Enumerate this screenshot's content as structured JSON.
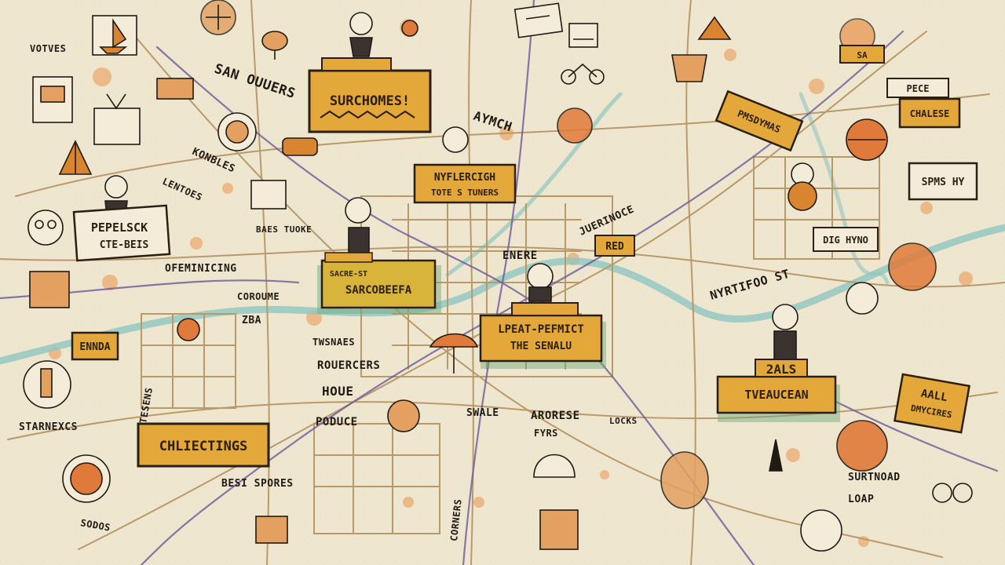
{
  "colors": {
    "paper": "#efe6d0",
    "road": "#b89a6a",
    "road_major": "#6b5a9a",
    "river": "#8fc7c0",
    "tag_fill": "#e3a73a",
    "tag_stroke": "#2a1f12",
    "green_halo": "#6aa87a",
    "blot": "#e07a3a",
    "ink": "#1f1a14"
  },
  "signs": {
    "main": "SURCHOMES!",
    "pepelsck": "PEPELSCK",
    "pepelsck_sub": "CTE-BEIS",
    "nyflercigh": "NYFLERCIGH",
    "nyflercigh_sub": "TOTE S TUNERS",
    "sarcobeefa_top": "SACRE-ST",
    "sarcobeefa": "SARCOBEEFA",
    "lpeart": "LPEAT-PEFMICT",
    "lpeart_sub": "THE SENALU",
    "tveaucean_top": "2ALS",
    "tveaucean": "TVEAUCEAN",
    "chlectings": "CHLIECTINGS",
    "ennda": "ENNDA",
    "aall": "AALL",
    "aall_sub": "DMYCIRES",
    "chalese": "CHALESE",
    "spms": "SPMS HY",
    "pmsdymas": "PMSDYMAS",
    "red": "RED",
    "dlg": "DIG HYNO",
    "pece": "PECE",
    "small_top": "SA"
  },
  "labels": {
    "votves": "VOTVES",
    "san": "SAN OUUERS",
    "aymch": "AYMCH",
    "konbles": "KONBLES",
    "lentoes": "LENTOES",
    "baes": "BAES TUOKE",
    "ofeminicing": "OFEMINICING",
    "coroume": "COROUME",
    "zba": "ZBA",
    "starnexcs": "STARNEXCS",
    "twsnaes": "TWSNAES",
    "rouercers": "ROUERCERS",
    "houe": "HOUE",
    "poduce": "PODUCE",
    "swale": "SWALE",
    "arorese": "ARORESE",
    "fyrs": "FYRS",
    "locks": "LOCKS",
    "bes_spores": "BESI SPORES",
    "sodos": "SODOS",
    "nyrtifoo": "NYRTIFOO ST",
    "enere": "ENERE",
    "juerinoce": "JUERINOCE",
    "surtnoad": "SURTNOAD",
    "loap": "LOAP",
    "tesens": "TESENS",
    "corners": "CORNERS"
  }
}
